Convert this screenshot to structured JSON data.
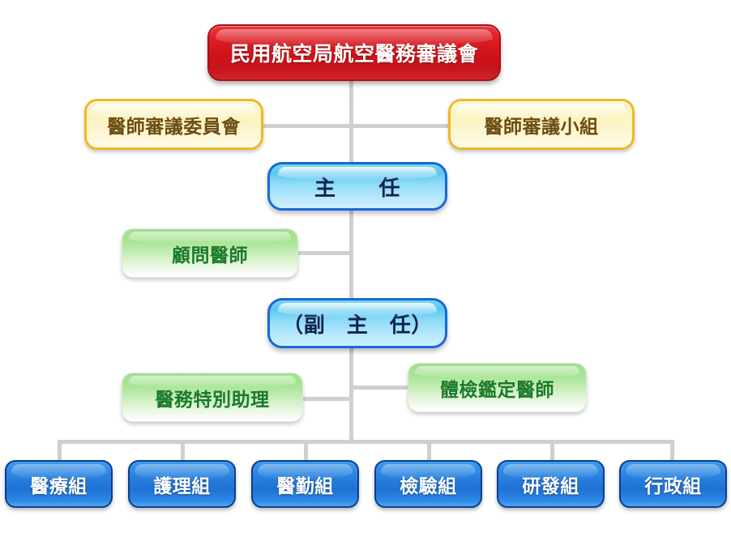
{
  "chart": {
    "type": "org-chart",
    "title_node": {
      "label": "民用航空局航空醫務審議會",
      "color": "#cf1219",
      "text_color": "#ffffff",
      "level": 0
    },
    "committees": [
      {
        "label": "醫師審議委員會",
        "color": "#fbf3c2",
        "text_color": "#6b4b10",
        "side": "left"
      },
      {
        "label": "醫師審議小組",
        "color": "#fbf3c2",
        "text_color": "#6b4b10",
        "side": "right"
      }
    ],
    "director": {
      "label": "主　　任",
      "color": "#8fdcf8",
      "text_color": "#12224f",
      "level": 1
    },
    "advisor": {
      "label": "顧問醫師",
      "color": "#a9e596",
      "text_color": "#1b7a2a",
      "side": "left"
    },
    "deputy_director": {
      "label": "（副　主　任）",
      "color": "#8fdcf8",
      "text_color": "#12224f",
      "level": 2
    },
    "assistants": [
      {
        "label": "醫務特別助理",
        "color": "#a9e596",
        "text_color": "#1b7a2a",
        "side": "left"
      },
      {
        "label": "體檢鑑定醫師",
        "color": "#a9e596",
        "text_color": "#1b7a2a",
        "side": "right"
      }
    ],
    "groups": [
      {
        "label": "醫療組",
        "color": "#1f71d4",
        "text_color": "#ffffff"
      },
      {
        "label": "護理組",
        "color": "#1f71d4",
        "text_color": "#ffffff"
      },
      {
        "label": "醫勤組",
        "color": "#1f71d4",
        "text_color": "#ffffff"
      },
      {
        "label": "檢驗組",
        "color": "#1f71d4",
        "text_color": "#ffffff"
      },
      {
        "label": "研發組",
        "color": "#1f71d4",
        "text_color": "#ffffff"
      },
      {
        "label": "行政組",
        "color": "#1f71d4",
        "text_color": "#ffffff"
      }
    ],
    "connector_color": "#cfcfcf"
  }
}
